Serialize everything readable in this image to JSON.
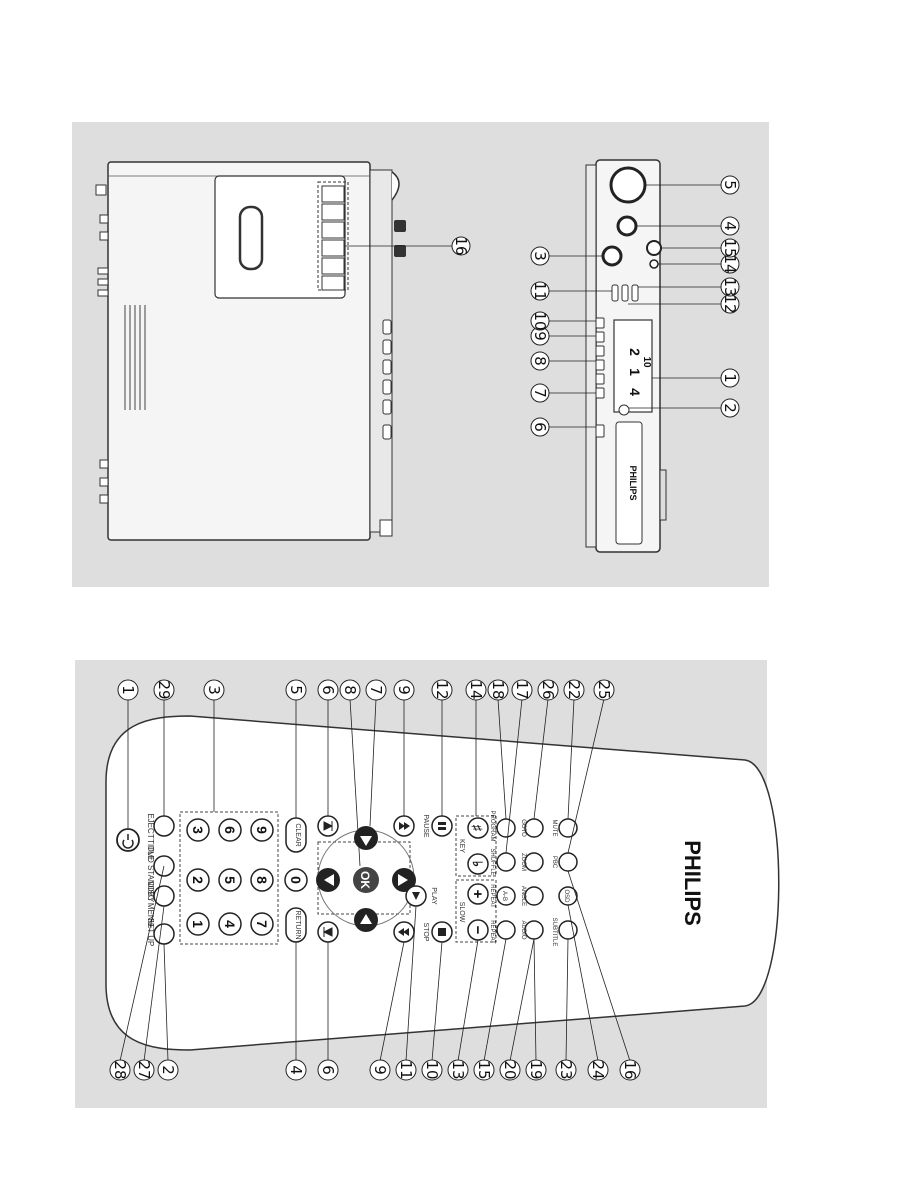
{
  "brand": {
    "remote_logo": "PHILIPS",
    "unit_logo": "PHILIPS"
  },
  "remote": {
    "buttons": {
      "standby": "DVD STANDBY",
      "eject": "EJECT",
      "title": "TITLE",
      "disc_menu": "DISC MENU",
      "set_up": "SET UP",
      "num_1": "1",
      "num_2": "2",
      "num_3": "3",
      "num_4": "4",
      "num_5": "5",
      "num_6": "6",
      "num_7": "7",
      "num_8": "8",
      "num_9": "9",
      "num_0": "0",
      "clear": "CLEAR",
      "return": "RETURN",
      "ok": "OK",
      "pause": "PAUSE",
      "play": "PLAY",
      "stop": "STOP",
      "key": "KEY",
      "slow": "SLOW",
      "repeat": "REPEAT",
      "repeat_ab": "A-B",
      "program": "PROGRAM",
      "shuffle": "SHUFFLE",
      "zoom": "ZOOM",
      "goto": "GOTO",
      "angle": "ANGLE",
      "audio": "AUDIO",
      "mute": "MUTE",
      "pbc": "PBC",
      "osd": "OSD",
      "subtitle": "SUBTITLE",
      "plus": "+",
      "minus": "−",
      "sharp": "♯",
      "flat": "♭"
    },
    "callouts_top": [
      "1",
      "29",
      "3",
      "5",
      "6",
      "8",
      "7",
      "9",
      "12",
      "14",
      "18",
      "17",
      "26",
      "22",
      "25"
    ],
    "callouts_bottom": [
      "28",
      "27",
      "2",
      "4",
      "6",
      "9",
      "11",
      "10",
      "13",
      "15",
      "20",
      "19",
      "23",
      "24",
      "16"
    ]
  },
  "unit": {
    "callouts_top": [
      "6",
      "7",
      "8",
      "9",
      "10",
      "11",
      "3"
    ],
    "callouts_bottom": [
      "2",
      "1",
      "12",
      "13",
      "14",
      "15",
      "4",
      "5"
    ],
    "cassette_callout": "16",
    "display": {
      "line1": "2",
      "line2": "1",
      "line3": "4",
      "line4": "10"
    }
  }
}
